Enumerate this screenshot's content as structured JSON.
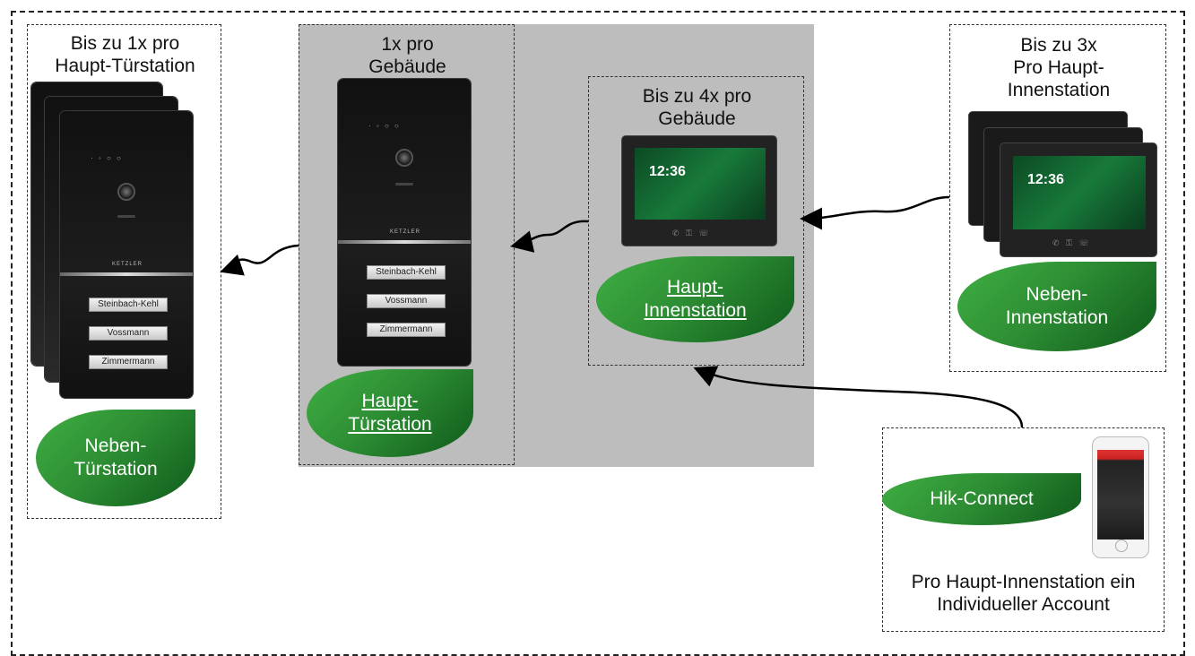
{
  "neben_tuer": {
    "title_line1": "Bis zu 1x pro",
    "title_line2": "Haupt-Türstation",
    "label_line1": "Neben-",
    "label_line2": "Türstation",
    "names": [
      "Steinbach-Kehl",
      "Vossmann",
      "Zimmermann"
    ]
  },
  "haupt_tuer": {
    "title_line1": "1x pro",
    "title_line2": "Gebäude",
    "label_line1": "Haupt-",
    "label_line2": "Türstation",
    "names": [
      "Steinbach-Kehl",
      "Vossmann",
      "Zimmermann"
    ]
  },
  "haupt_innen": {
    "title_line1": "Bis zu 4x pro",
    "title_line2": "Gebäude",
    "label_line1": "Haupt-",
    "label_line2": "Innenstation",
    "screen_time": "12:36"
  },
  "neben_innen": {
    "title_line1": "Bis zu 3x",
    "title_line2": "Pro Haupt-",
    "title_line3": "Innenstation",
    "label_line1": "Neben-",
    "label_line2": "Innenstation",
    "screen_time": "12:36"
  },
  "hik": {
    "label": "Hik-Connect",
    "caption_line1": "Pro Haupt-Innenstation ein",
    "caption_line2": "Individueller Account"
  },
  "brand": "KETZLER",
  "colors": {
    "green_dark": "#0f5a1b",
    "green_light": "#3fae42",
    "gray_area": "#bdbdbd"
  }
}
